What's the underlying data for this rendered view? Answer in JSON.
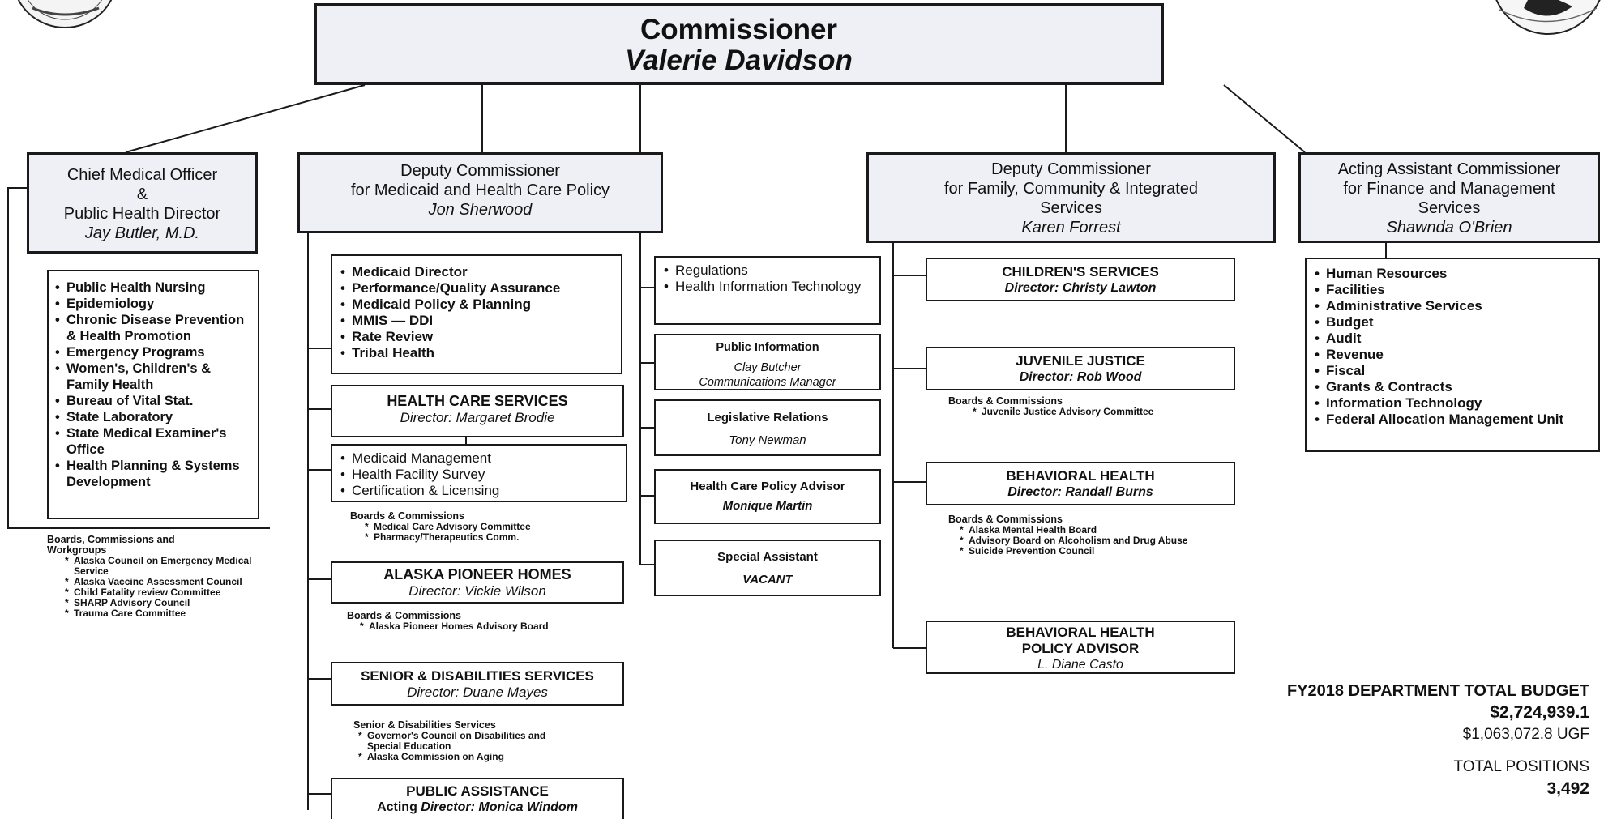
{
  "commissioner": {
    "title": "Commissioner",
    "name": "Valerie Davidson"
  },
  "cmo": {
    "title_lines": [
      "Chief Medical Officer",
      "&",
      "Public Health Director"
    ],
    "name": "Jay Butler, M.D.",
    "items": [
      "Public Health Nursing",
      "Epidemiology",
      "Chronic Disease Prevention & Health Promotion",
      "Emergency Programs",
      "Women's, Children's & Family Health",
      "Bureau of Vital Stat.",
      "State Laboratory",
      "State Medical Examiner's Office",
      "Health Planning & Systems Development"
    ],
    "boards_title": "Boards, Commissions and Workgroups",
    "boards": [
      "Alaska Council on Emergency Medical Service",
      "Alaska Vaccine Assessment Council",
      "Child Fatality review Committee",
      "SHARP Advisory Council",
      "Trauma Care Committee"
    ]
  },
  "dc_medicaid": {
    "title_lines": [
      "Deputy Commissioner",
      "for Medicaid and Health Care Policy"
    ],
    "name": "Jon Sherwood",
    "items": [
      "Medicaid Director",
      "Performance/Quality Assurance",
      "Medicaid Policy & Planning",
      "MMIS — DDI",
      "Rate Review",
      "Tribal Health"
    ]
  },
  "health_care_services": {
    "title": "HEALTH CARE SERVICES",
    "director": "Director: Margaret Brodie",
    "items": [
      "Medicaid Management",
      "Health Facility Survey",
      "Certification & Licensing"
    ],
    "boards_title": "Boards & Commissions",
    "boards": [
      "Medical Care Advisory Committee",
      "Pharmacy/Therapeutics Comm."
    ]
  },
  "pioneer_homes": {
    "title": "ALASKA PIONEER HOMES",
    "director": "Director: Vickie Wilson",
    "boards_title": "Boards & Commissions",
    "boards": [
      "Alaska Pioneer Homes Advisory Board"
    ]
  },
  "senior_disabilities": {
    "title": "SENIOR & DISABILITIES SERVICES",
    "director": "Director: Duane Mayes",
    "boards_title": "Senior & Disabilities Services",
    "boards": [
      "Governor's Council on Disabilities and Special Education",
      "Alaska Commission on Aging"
    ]
  },
  "public_assistance": {
    "title": "PUBLIC ASSISTANCE",
    "director_prefix": "Acting ",
    "director": "Director: Monica Windom"
  },
  "staff": {
    "regulations_items": [
      "Regulations",
      "Health Information Technology"
    ],
    "public_info": {
      "title": "Public Information",
      "name": "Clay Butcher",
      "role": "Communications Manager"
    },
    "legislative": {
      "title": "Legislative Relations",
      "name": "Tony Newman"
    },
    "policy_advisor": {
      "title": "Health Care Policy Advisor",
      "name": "Monique Martin"
    },
    "special_assistant": {
      "title": "Special Assistant",
      "name": "VACANT"
    }
  },
  "dc_family": {
    "title_lines": [
      "Deputy Commissioner",
      "for Family, Community & Integrated",
      "Services"
    ],
    "name": "Karen Forrest"
  },
  "childrens_services": {
    "title": "CHILDREN'S SERVICES",
    "director": "Director: Christy Lawton"
  },
  "juvenile_justice": {
    "title": "JUVENILE JUSTICE",
    "director": "Director: Rob Wood",
    "boards_title": "Boards & Commissions",
    "boards": [
      "Juvenile Justice Advisory Committee"
    ]
  },
  "behavioral_health": {
    "title": "BEHAVIORAL HEALTH",
    "director": "Director: Randall Burns",
    "boards_title": "Boards & Commissions",
    "boards": [
      "Alaska Mental Health Board",
      "Advisory Board on Alcoholism and Drug Abuse",
      "Suicide Prevention Council"
    ]
  },
  "bh_policy": {
    "title_lines": [
      "BEHAVIORAL HEALTH",
      "POLICY ADVISOR"
    ],
    "name": "L. Diane Casto"
  },
  "finance": {
    "title_lines": [
      "Acting Assistant Commissioner",
      "for Finance and Management",
      "Services"
    ],
    "name": "Shawnda O'Brien",
    "items": [
      "Human Resources",
      "Facilities",
      "Administrative Services",
      "Budget",
      "Audit",
      "Revenue",
      "Fiscal",
      "Grants & Contracts",
      "Information Technology",
      "Federal Allocation Management Unit"
    ]
  },
  "budget": {
    "label": "FY2018 DEPARTMENT TOTAL BUDGET",
    "total": "$2,724,939.1",
    "ugf": "$1,063,072.8 UGF",
    "positions_label": "TOTAL POSITIONS",
    "positions": "3,492"
  }
}
